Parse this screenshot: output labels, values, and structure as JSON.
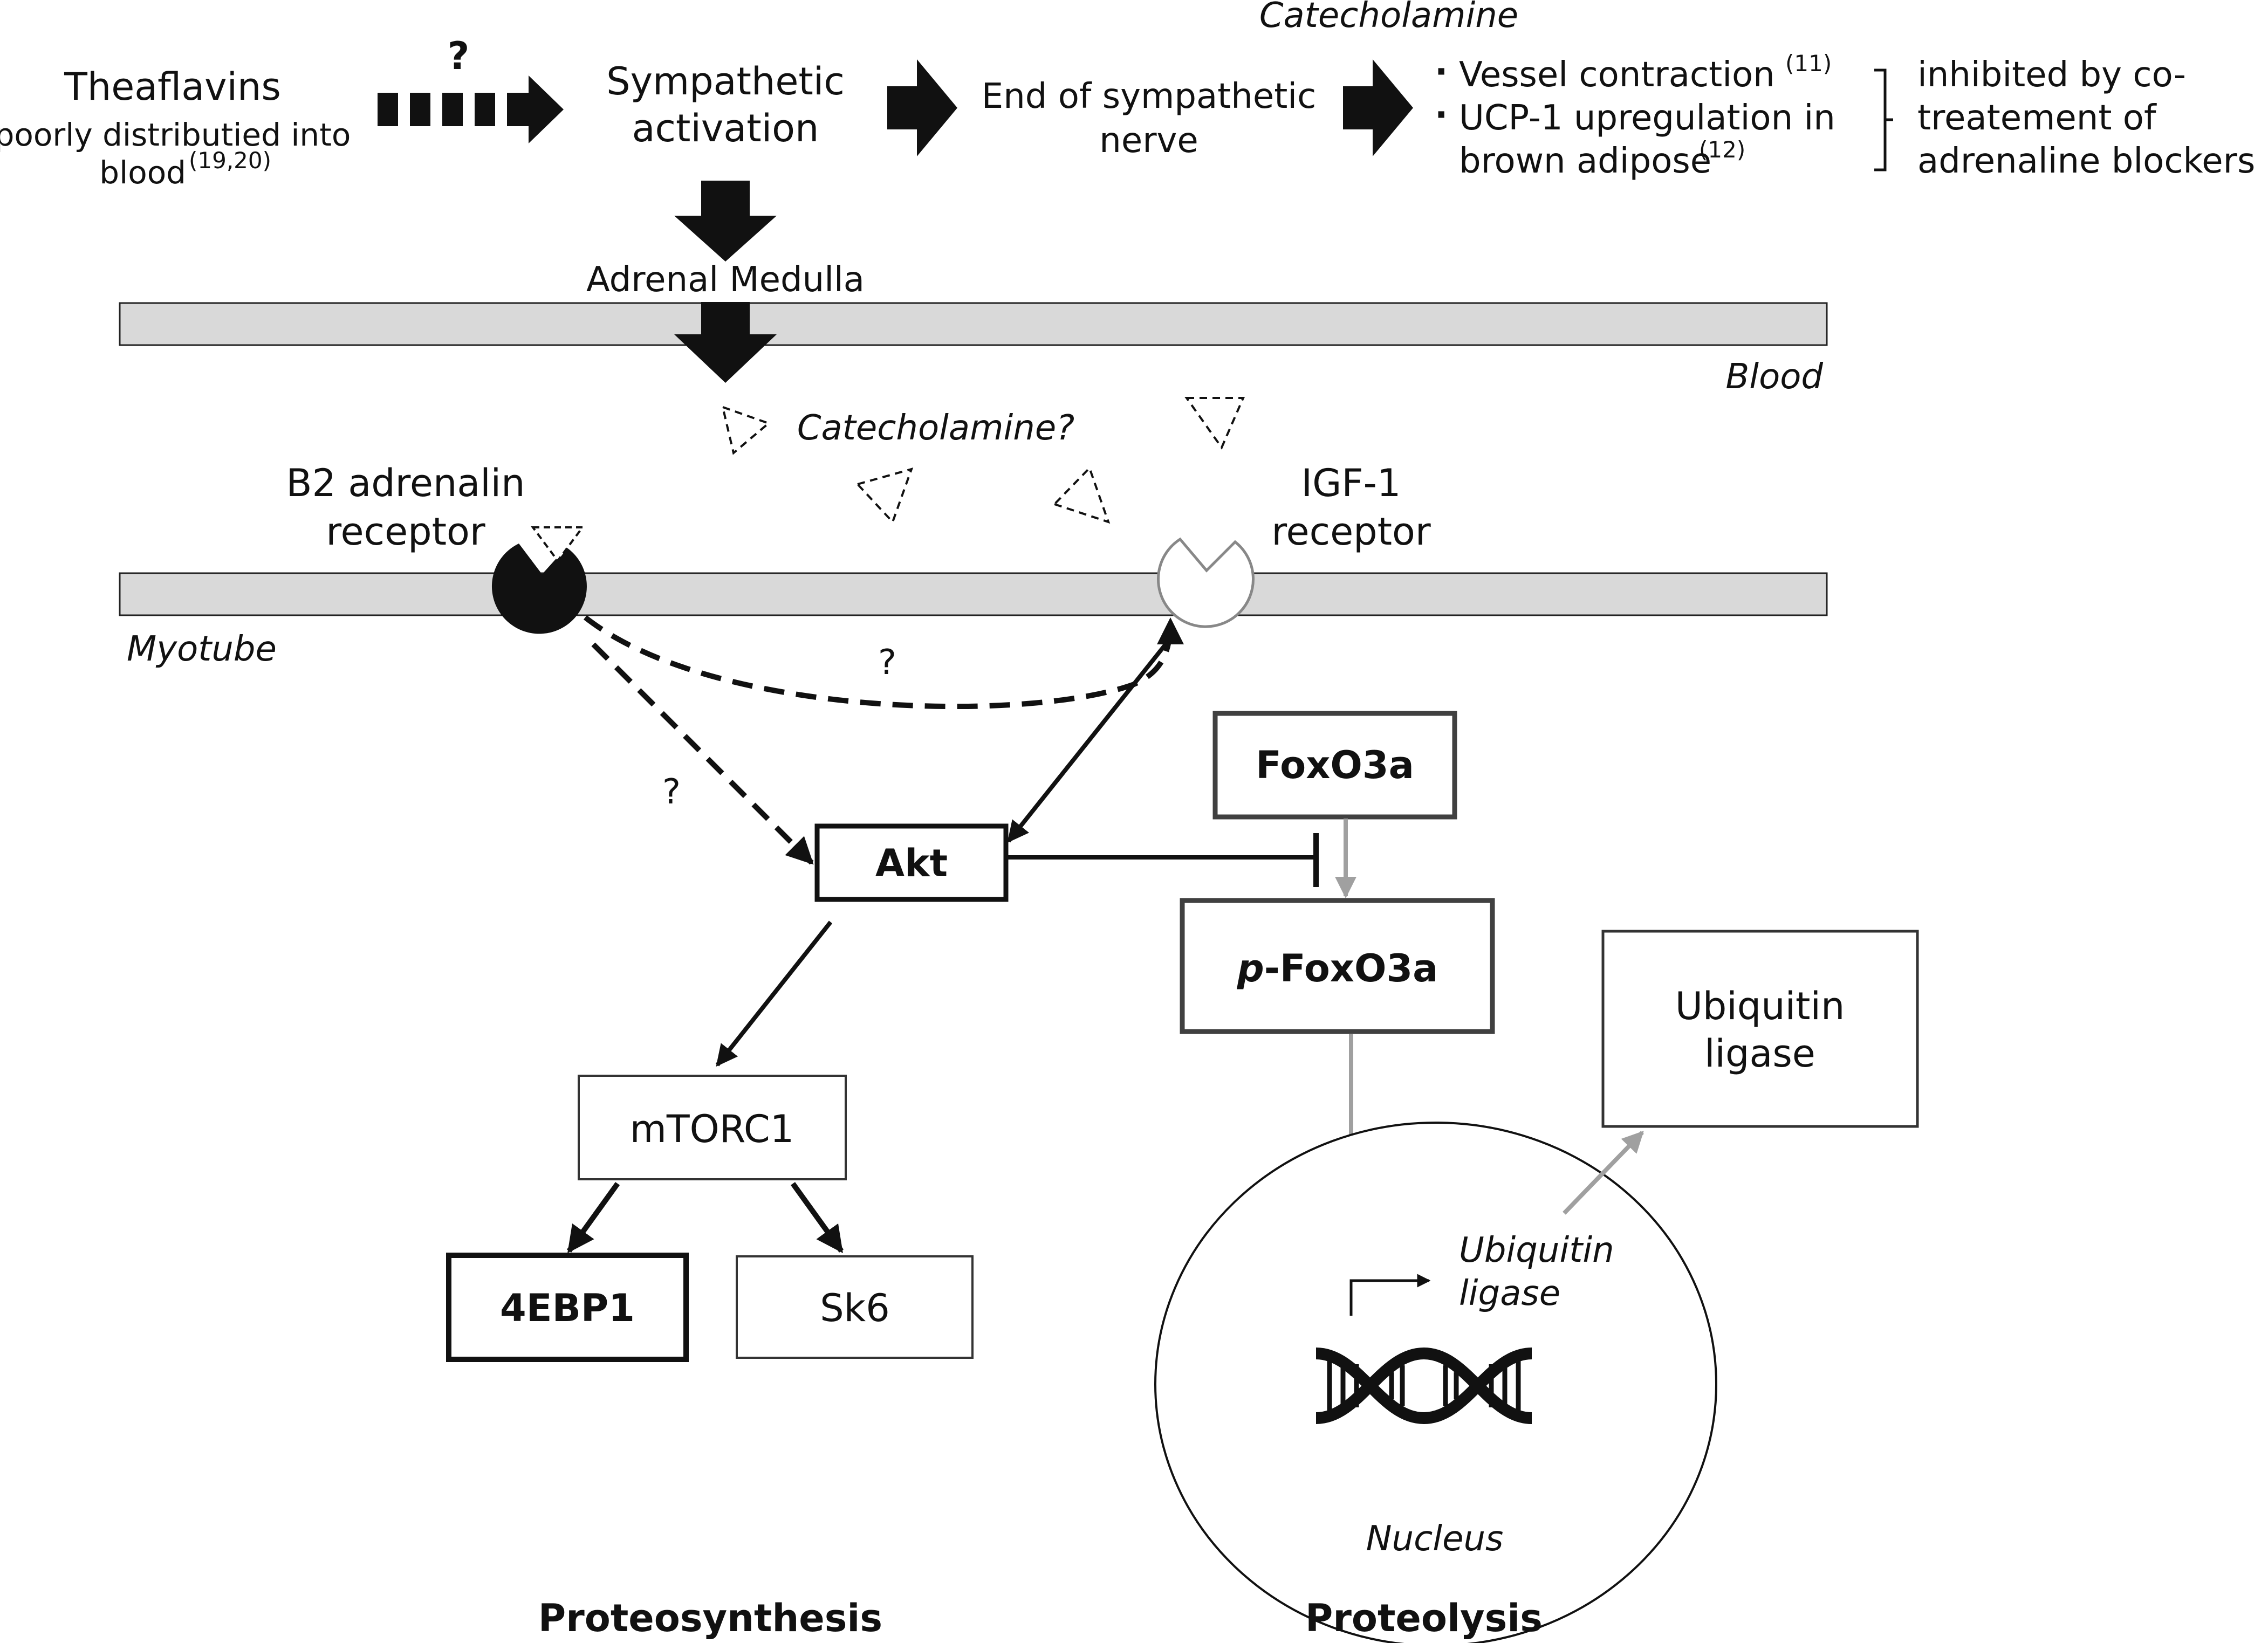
{
  "top": {
    "theaflavins": "Theaflavins",
    "poor_line1": "poorly distributied into",
    "poor_line2": "blood",
    "poor_ref": "(19,20)",
    "question": "?",
    "symp_line1": "Sympathetic",
    "symp_line2": "activation",
    "end_line1": "End of sympathetic",
    "end_line2": "nerve",
    "catecholamine": "Catecholamine",
    "effect1": "Vessel contraction",
    "effect1_ref": "(11)",
    "effect2_line1": "UCP-1 upregulation in",
    "effect2_line2": "brown adipose",
    "effect2_ref": "(12)",
    "bullet": "·",
    "inhib_line1": "inhibited by co-",
    "inhib_line2": "treatement of",
    "inhib_line3": "adrenaline blockers"
  },
  "membranes": {
    "adrenal": "Adrenal Medulla",
    "blood": "Blood",
    "myotube": "Myotube"
  },
  "receptors": {
    "catecholamine_q": "Catecholamine?",
    "b2_line1": "B2 adrenalin",
    "b2_line2": "receptor",
    "igf_line1": "IGF-1",
    "igf_line2": "receptor",
    "q_curve": "?",
    "q_diag": "?"
  },
  "nodes": {
    "akt": "Akt",
    "foxo3a": "FoxO3a",
    "pfox_prefix": "p",
    "pfox_suffix": "-FoxO3a",
    "ubiquitin_line1": "Ubiquitin",
    "ubiquitin_line2": "ligase",
    "mtorc1": "mTORC1",
    "ebp1": "4EBP1",
    "sk6": "Sk6",
    "ubiq_it_line1": "Ubiquitin",
    "ubiq_it_line2": "ligase",
    "nucleus": "Nucleus"
  },
  "footer": {
    "proteosynthesis": "Proteosynthesis",
    "proteolysis": "Proteolysis"
  },
  "colors": {
    "black": "#111111",
    "gray_arrow": "#a0a0a0",
    "membrane_fill": "#d9d9d9",
    "box_dark": "#404040"
  }
}
